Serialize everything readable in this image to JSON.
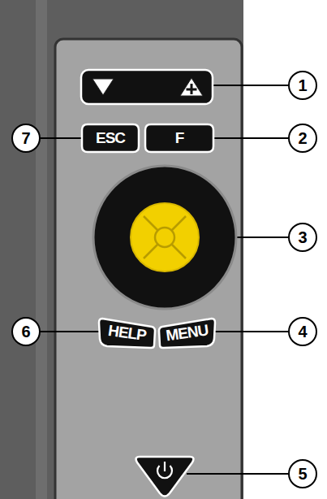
{
  "diagram": {
    "nodes": [
      {
        "text": [
          "ESC"
        ]
      },
      {
        "text": [
          "F"
        ]
      },
      {
        "text": [
          "HELP"
        ]
      },
      {
        "text": [
          "MENU"
        ]
      }
    ],
    "labels": [
      "1",
      "7",
      "2",
      "3",
      "6",
      "4",
      "5"
    ]
  }
}
